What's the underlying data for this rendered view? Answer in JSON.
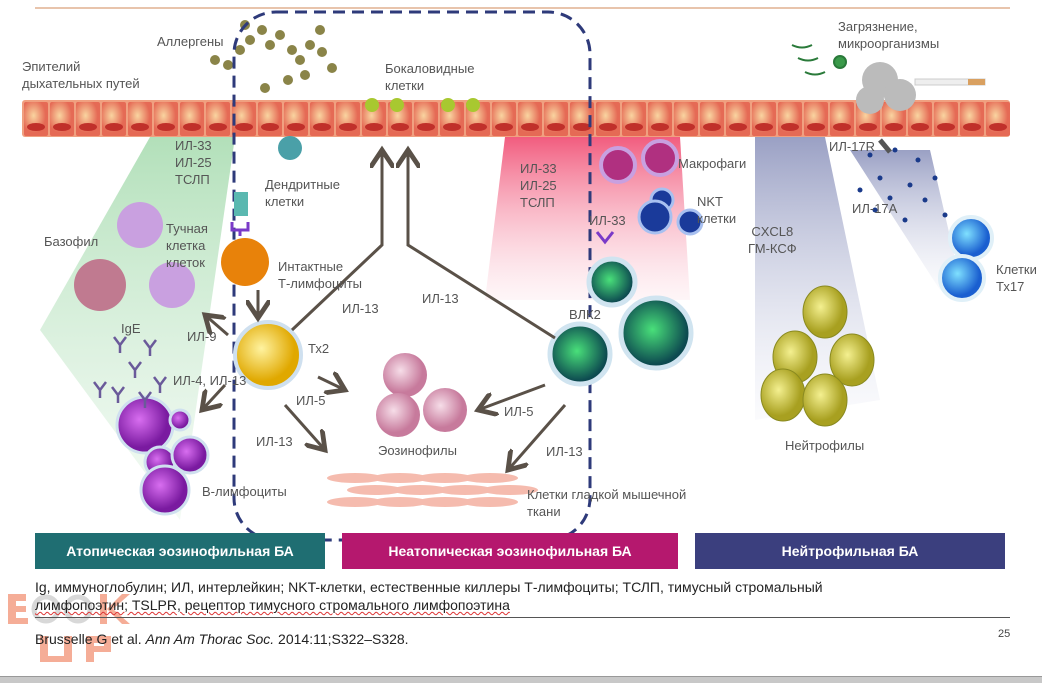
{
  "labels": {
    "epithelium": "Эпителий\nдыхательных путей",
    "allergens": "Аллергены",
    "goblet_cells": "Бокаловидные\nклетки",
    "pollution": "Загрязнение,\nмикроорганизмы",
    "il_left": "ИЛ-33\nИЛ-25\nТСЛП",
    "dendritic": "Дендритные\nклетки",
    "basophil": "Базофил",
    "mast_cell": "Тучная\nклетка\nклеток",
    "naive_t": "Интактные\nТ-лимфоциты",
    "ige": "IgE",
    "il9": "ИЛ-9",
    "il4_13": "ИЛ-4, ИЛ-13",
    "th2": "Тх2",
    "il5_left": "ИЛ-5",
    "il13_left_low": "ИЛ-13",
    "il13_up_left": "ИЛ-13",
    "il13_up_right": "ИЛ-13",
    "b_cells": "В-лимфоциты",
    "eosinophils": "Эозинофилы",
    "smooth_muscle": "Клетки гладкой мышечной\nткани",
    "il_mid": "ИЛ-33\nИЛ-25\nТСЛП",
    "il33": "ИЛ-33",
    "ilc2": "ВЛК2",
    "il5_right": "ИЛ-5",
    "il13_right_low": "ИЛ-13",
    "macrophages": "Макрофаги",
    "nkt": "NKT\nклетки",
    "cxcl8": "CXCL8\nГМ-КСФ",
    "neutrophils": "Нейтрофилы",
    "il17r": "ИЛ-17R",
    "il17a": "ИЛ-17А",
    "th17": "Клетки\nТх17"
  },
  "banners": [
    {
      "label": "Атопическая эозинофильная БА",
      "color": "#1f6e72"
    },
    {
      "label": "Неатопическая эозинофильная БА",
      "color": "#b5186e"
    },
    {
      "label": "Нейтрофильная БА",
      "color": "#3b3f7e"
    }
  ],
  "footnote": {
    "line1": "Ig, иммуноглобулин; ИЛ, интерлейкин; NKT-клетки, естественные киллеры Т-лимфоциты; ТСЛП, тимусный стромальный",
    "line2": "лимфопоэтин; TSLPR, рецептор тимусного стромального лимфопоэтина"
  },
  "citation": {
    "authors": "Brusselle G et al. ",
    "journal": "Ann Am Thorac Soc.",
    "rest": " 2014:11;S322–S328."
  },
  "page_number": "25",
  "watermark": "BOOK UP"
}
